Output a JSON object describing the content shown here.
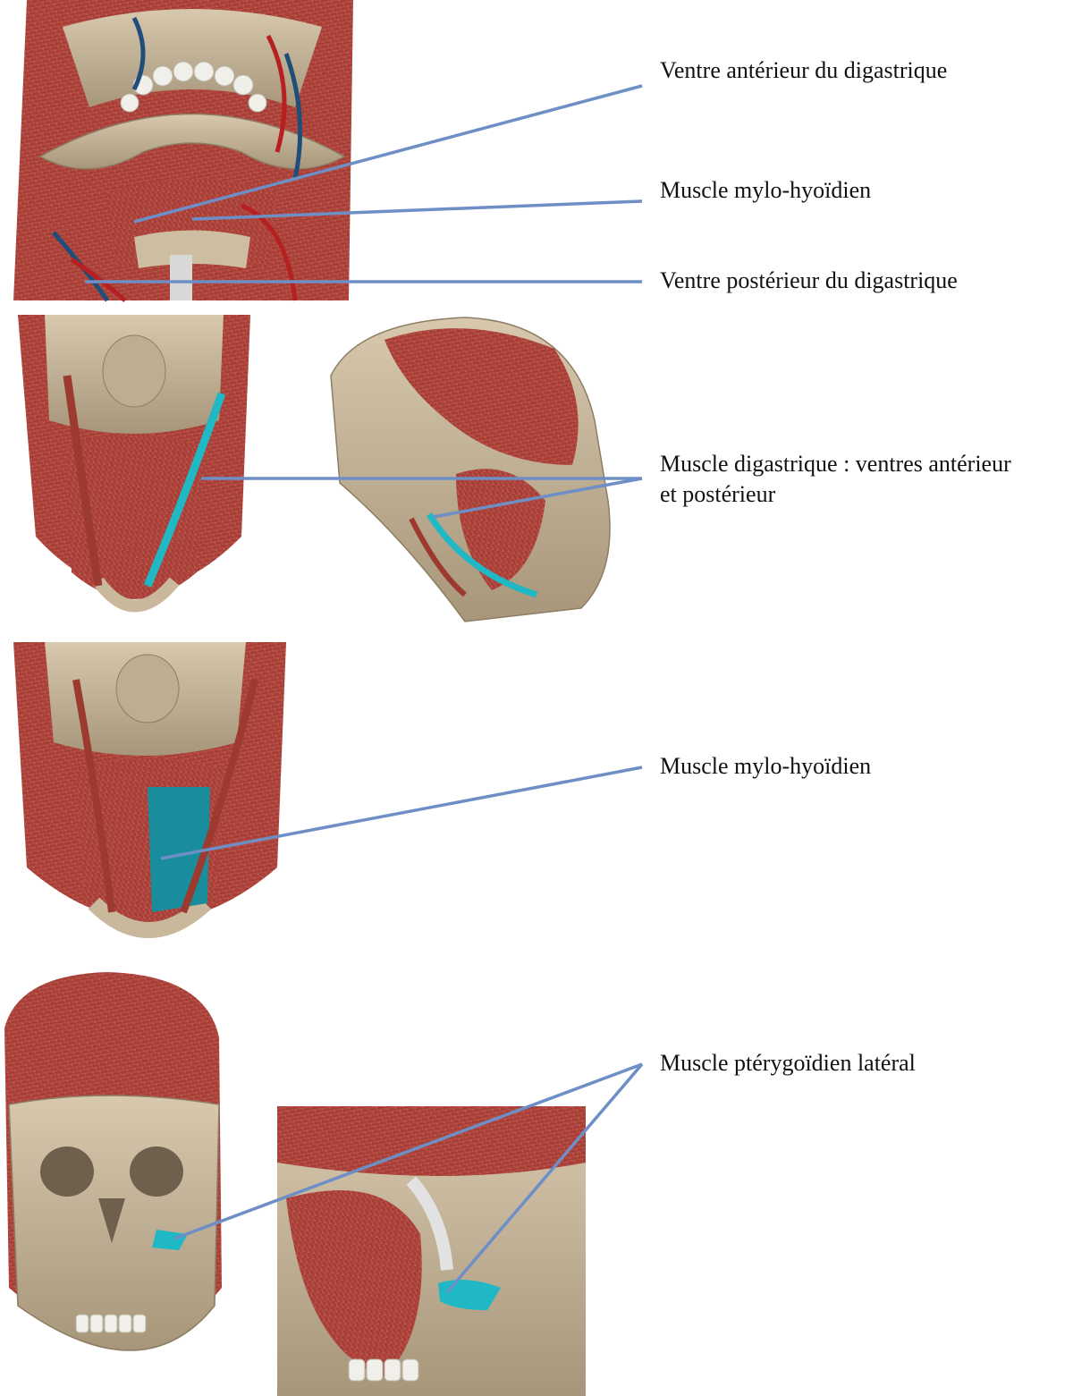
{
  "colors": {
    "leader_line": "#6d8fc6",
    "highlight_muscle": "#1fb8c4",
    "muscle": "#b5473e",
    "bone": "#c9b89c"
  },
  "labels": {
    "ventre_anterieur": "Ventre antérieur du digastrique",
    "mylo_hyoidien_1": "Muscle mylo-hyoïdien",
    "ventre_posterieur": "Ventre postérieur du digastrique",
    "digastrique_line1": "Muscle digastrique : ventres antérieur",
    "digastrique_line2": "et postérieur",
    "mylo_hyoidien_2": "Muscle mylo-hyoïdien",
    "pterygoidien": "Muscle ptérygoïdien latéral"
  }
}
